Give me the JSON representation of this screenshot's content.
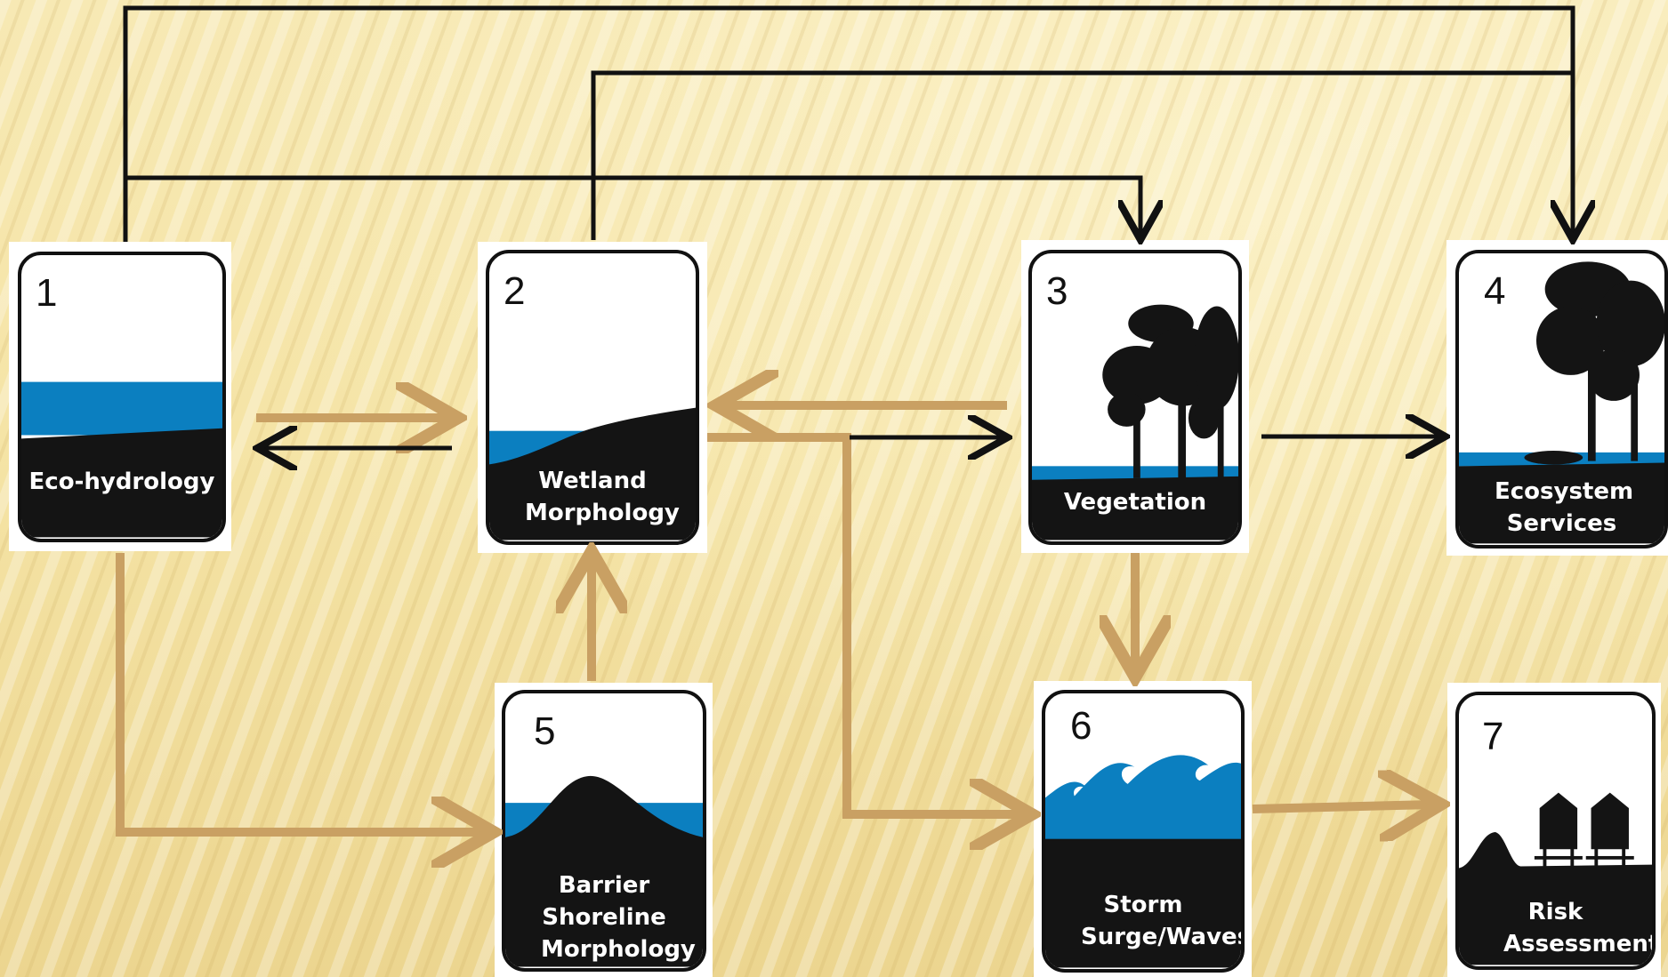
{
  "diagram": {
    "colors": {
      "black_arrow": "#111111",
      "tan_arrow": "#c9a063",
      "water": "#0b7fc0",
      "ground": "#141414"
    },
    "nodes": [
      {
        "id": "1",
        "number": "1",
        "label": "Eco-hydrology",
        "icon": "water-level-icon"
      },
      {
        "id": "2",
        "number": "2",
        "label": "Wetland Morphology",
        "icon": "wetland-slope-icon"
      },
      {
        "id": "3",
        "number": "3",
        "label": "Vegetation",
        "icon": "cypress-trees-icon"
      },
      {
        "id": "4",
        "number": "4",
        "label": "Ecosystem Services",
        "icon": "trees-alligator-icon"
      },
      {
        "id": "5",
        "number": "5",
        "label": "Barrier Shoreline Morphology",
        "icon": "barrier-island-icon"
      },
      {
        "id": "6",
        "number": "6",
        "label": "Storm Surge/Waves",
        "icon": "waves-icon"
      },
      {
        "id": "7",
        "number": "7",
        "label": "Risk Assessment",
        "icon": "stilt-houses-icon"
      }
    ],
    "edges": [
      {
        "from": "1",
        "to": "2",
        "style": "tan"
      },
      {
        "from": "2",
        "to": "1",
        "style": "black"
      },
      {
        "from": "3",
        "to": "2",
        "style": "tan"
      },
      {
        "from": "2",
        "to": "3",
        "style": "black"
      },
      {
        "from": "3",
        "to": "4",
        "style": "black"
      },
      {
        "from": "1",
        "to": "3",
        "style": "black"
      },
      {
        "from": "1",
        "to": "4",
        "style": "black"
      },
      {
        "from": "2",
        "to": "4",
        "style": "black"
      },
      {
        "from": "1",
        "to": "5",
        "style": "tan"
      },
      {
        "from": "5",
        "to": "2",
        "style": "tan"
      },
      {
        "from": "2",
        "to": "6",
        "style": "tan"
      },
      {
        "from": "3",
        "to": "6",
        "style": "tan"
      },
      {
        "from": "6",
        "to": "7",
        "style": "tan"
      }
    ]
  }
}
